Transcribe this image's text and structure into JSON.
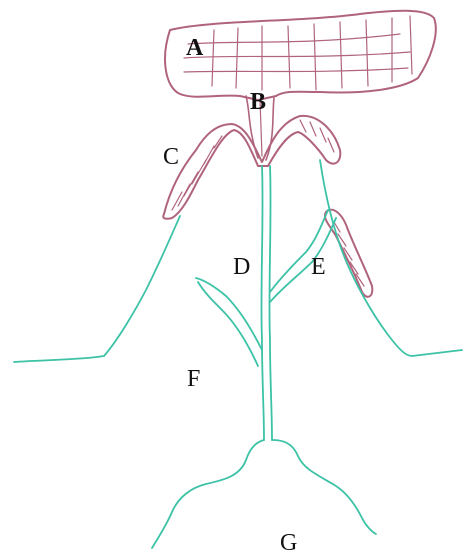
{
  "labels": {
    "a": "A",
    "b": "B",
    "c": "C",
    "d": "D",
    "e": "E",
    "f": "F",
    "g": "G"
  },
  "colors": {
    "outline_pink": "#b0647c",
    "stem_teal": "#3cc2a6",
    "label_text": "#111111",
    "background": "#ffffff"
  }
}
